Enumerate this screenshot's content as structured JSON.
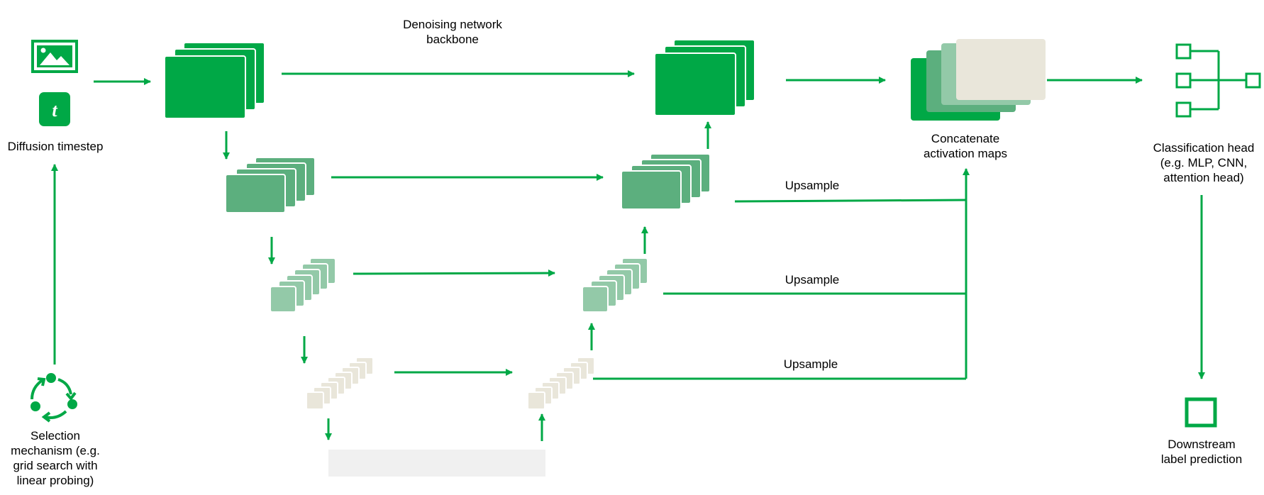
{
  "labels": {
    "diffusion_timestep": "Diffusion timestep",
    "selection_mechanism": "Selection\nmechanism (e.g.\ngrid search with\nlinear probing)",
    "backbone": "Denoising network\nbackbone",
    "concatenate": "Concatenate\nactivation maps",
    "classification_head": "Classification head\n(e.g. MLP, CNN,\nattention head)",
    "downstream": "Downstream\nlabel prediction",
    "upsample_1": "Upsample",
    "upsample_2": "Upsample",
    "upsample_3": "Upsample",
    "timestep_symbol": "t"
  },
  "icons": {
    "image": "image-icon",
    "timestep": "timestep-icon",
    "cycle": "cycle-icon",
    "classifier": "classifier-tree-icon",
    "output": "output-square-icon"
  },
  "colors": {
    "primary": "#00A846",
    "level2": "#5CAF7E",
    "level3": "#93C9A8",
    "level4": "#E9E6DA",
    "bottleneck": "#F0F0F0",
    "text": "#000000"
  }
}
